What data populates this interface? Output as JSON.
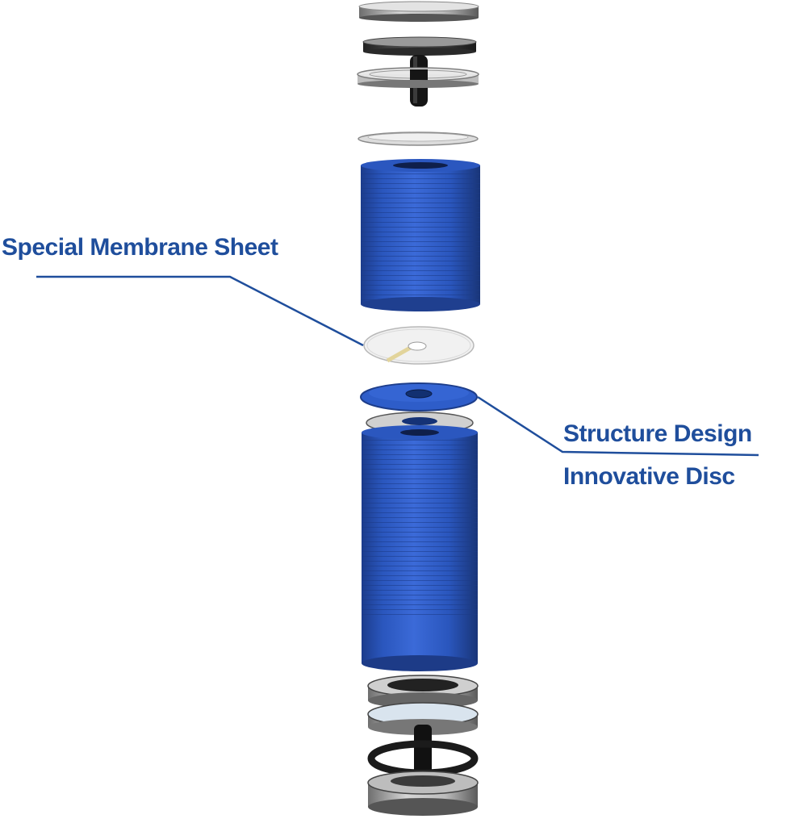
{
  "colors": {
    "label_text": "#1f4e9c",
    "leader_line": "#1f4e9c",
    "cylinder_blue": "#2f5fc8",
    "cylinder_dark": "#1f3f8f",
    "cylinder_light": "#5d8ae6",
    "disc_gray": "#c9c9c9",
    "disc_dark": "#3a3a3a",
    "membrane_white": "#f2f2f2",
    "membrane_tan": "#e6dcb8"
  },
  "labels": {
    "membrane": "Special Membrane Sheet",
    "structure": "Structure Design",
    "innovative": "Innovative Disc"
  },
  "components": [
    "top-cap-disc",
    "top-gasket-disc",
    "top-spacer-disc",
    "top-thin-disc",
    "upper-disc-stack",
    "membrane-sheet",
    "blue-innovative-disc",
    "gray-ring-disc",
    "lower-disc-stack",
    "bottom-flange-stack"
  ]
}
